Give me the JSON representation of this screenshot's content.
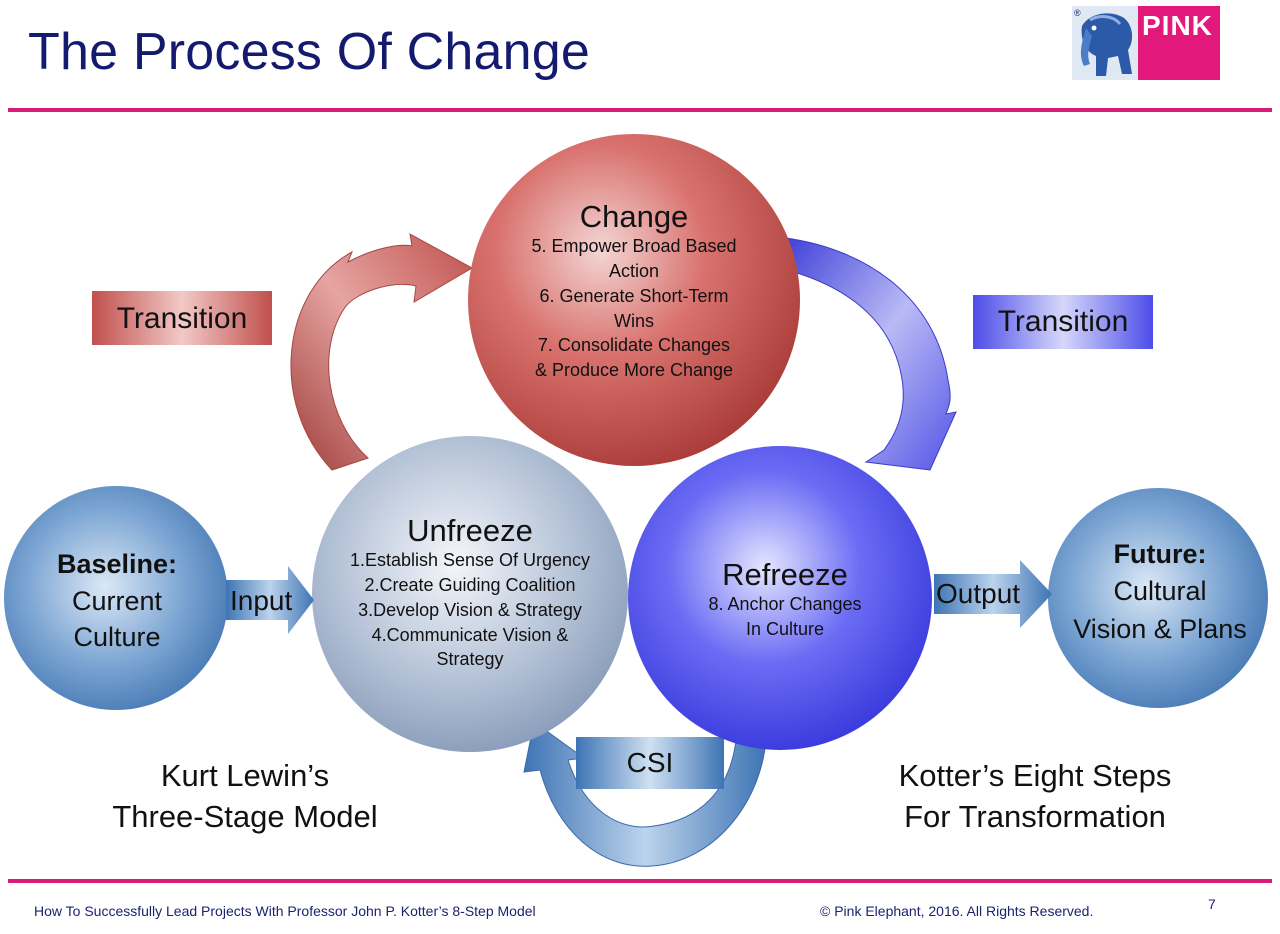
{
  "slide": {
    "title": "The Process Of Change",
    "logo_text": "PINK",
    "logo_mark": "®",
    "page_number": "7"
  },
  "diagram": {
    "change": {
      "title": "Change",
      "items": [
        "5. Empower Broad Based",
        "Action",
        "6. Generate Short-Term",
        "Wins",
        "7. Consolidate Changes",
        "& Produce More Change"
      ]
    },
    "unfreeze": {
      "title": "Unfreeze",
      "items": [
        "1.Establish Sense Of Urgency",
        "2.Create Guiding Coalition",
        "3.Develop Vision & Strategy",
        "4.Communicate Vision &",
        "Strategy"
      ]
    },
    "refreeze": {
      "title": "Refreeze",
      "items": [
        "8. Anchor Changes",
        "In Culture"
      ]
    },
    "baseline": {
      "title": "Baseline:",
      "lines": [
        "Current",
        "Culture"
      ]
    },
    "future": {
      "title": "Future:",
      "lines": [
        "Cultural",
        "Vision & Plans"
      ]
    },
    "transition_left": "Transition",
    "transition_right": "Transition",
    "input": "Input",
    "output": "Output",
    "csi": "CSI",
    "caption_left": [
      "Kurt Lewin’s",
      "Three-Stage Model"
    ],
    "caption_right": [
      "Kotter’s Eight Steps",
      "For Transformation"
    ]
  },
  "footer": {
    "left": "How To Successfully Lead Projects With Professor John P. Kotter’s 8-Step Model",
    "right": "© Pink Elephant, 2016. All Rights Reserved."
  },
  "colors": {
    "title": "#141a6e",
    "rule": "#d81d78",
    "change": "#c0504d",
    "unfreeze": "#8ea3bf",
    "refreeze": "#3d3ee0",
    "steel": "#3f78b5"
  }
}
